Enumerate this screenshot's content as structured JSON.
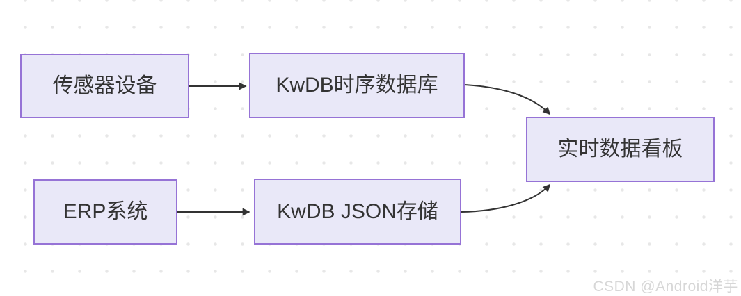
{
  "page": {
    "background_color": "#ffffff",
    "dot_color": "#e7e7e7"
  },
  "theme": {
    "node_fill": "#e9e8f8",
    "node_border": "#9673d6",
    "text_color": "#333333",
    "arrow_color": "#333333"
  },
  "diagram": {
    "type": "flowchart",
    "nodes": [
      {
        "id": "sensor",
        "label": "传感器设备"
      },
      {
        "id": "kwdb-ts",
        "label": "KwDB时序数据库"
      },
      {
        "id": "erp",
        "label": "ERP系统"
      },
      {
        "id": "kwdb-json",
        "label": "KwDB JSON存储"
      },
      {
        "id": "dashboard",
        "label": "实时数据看板"
      }
    ],
    "edges": [
      {
        "from": "传感器设备",
        "to": "KwDB时序数据库",
        "style": "straight"
      },
      {
        "from": "ERP系统",
        "to": "KwDB JSON存储",
        "style": "straight"
      },
      {
        "from": "KwDB时序数据库",
        "to": "实时数据看板",
        "style": "curved"
      },
      {
        "from": "KwDB JSON存储",
        "to": "实时数据看板",
        "style": "curved"
      }
    ]
  },
  "watermark": {
    "text": "CSDN @Android洋芋",
    "color": "#d7d7d7"
  }
}
